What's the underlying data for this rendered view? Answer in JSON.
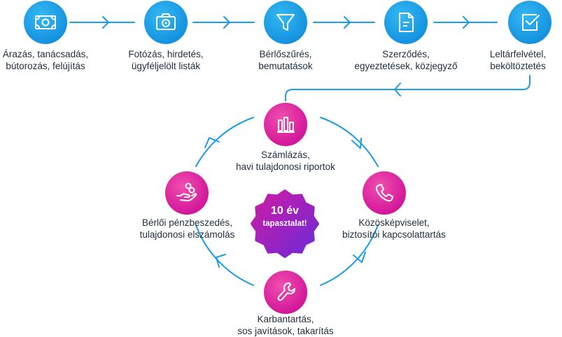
{
  "top_steps": [
    {
      "icon": "banknote-icon",
      "lines": [
        "Árazás, tanácsadás,",
        "bútorozás, felújítás"
      ]
    },
    {
      "icon": "camera-icon",
      "lines": [
        "Fotózás, hirdetés,",
        "ügyféljelölt listák"
      ]
    },
    {
      "icon": "filter-icon",
      "lines": [
        "Bérlőszűrés,",
        "bemutatások"
      ]
    },
    {
      "icon": "document-icon",
      "lines": [
        "Szerződés,",
        "egyeztetések, közjegyző"
      ]
    },
    {
      "icon": "checkbox-icon",
      "lines": [
        "Leltárfelvétel,",
        "beköltöztetés"
      ]
    }
  ],
  "cycle_steps": [
    {
      "icon": "bar-chart-icon",
      "lines": [
        "Számlázás,",
        "havi tulajdonosi riportok"
      ]
    },
    {
      "icon": "phone-icon",
      "lines": [
        "Közösképviselet,",
        "biztosítói kapcsolattartás"
      ]
    },
    {
      "icon": "wrench-icon",
      "lines": [
        "Karbantartás,",
        "sos javítások, takarítás"
      ]
    },
    {
      "icon": "coin-hand-icon",
      "lines": [
        "Bérlői pénzbeszedés,",
        "tulajdonosi elszámolás"
      ]
    }
  ],
  "badge": {
    "line1": "10 év",
    "line2": "tapasztalat!"
  },
  "colors": {
    "blue": "#1593e0",
    "pink": "#d4189a",
    "purple": "#7a2bd6",
    "line": "#1b9ce6",
    "text": "#1f2d3d"
  }
}
